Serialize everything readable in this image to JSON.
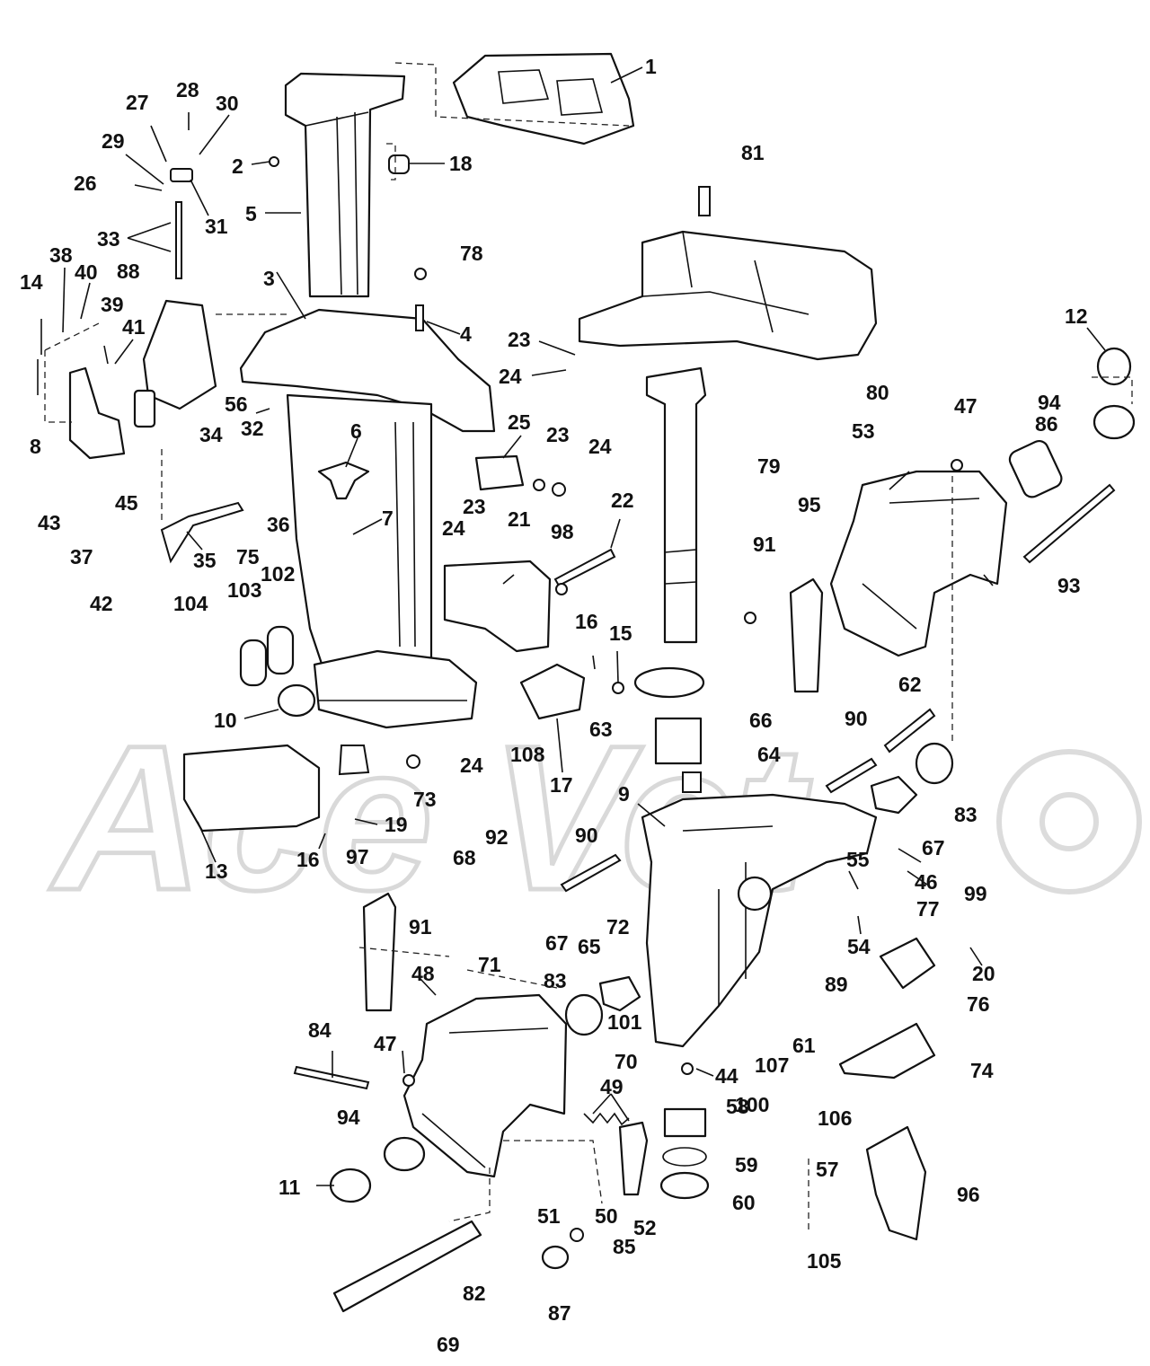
{
  "watermark": {
    "text": "Ace Vet"
  },
  "callouts": [
    {
      "id": "1",
      "label": "1"
    },
    {
      "id": "2",
      "label": "2"
    },
    {
      "id": "3",
      "label": "3"
    },
    {
      "id": "4",
      "label": "4"
    },
    {
      "id": "5",
      "label": "5"
    },
    {
      "id": "6",
      "label": "6"
    },
    {
      "id": "7",
      "label": "7"
    },
    {
      "id": "8",
      "label": "8"
    },
    {
      "id": "9",
      "label": "9"
    },
    {
      "id": "10",
      "label": "10"
    },
    {
      "id": "11",
      "label": "11"
    },
    {
      "id": "12",
      "label": "12"
    },
    {
      "id": "13",
      "label": "13"
    },
    {
      "id": "14",
      "label": "14"
    },
    {
      "id": "15",
      "label": "15"
    },
    {
      "id": "16a",
      "label": "16"
    },
    {
      "id": "16b",
      "label": "16"
    },
    {
      "id": "17",
      "label": "17"
    },
    {
      "id": "18",
      "label": "18"
    },
    {
      "id": "19",
      "label": "19"
    },
    {
      "id": "20",
      "label": "20"
    },
    {
      "id": "21",
      "label": "21"
    },
    {
      "id": "22",
      "label": "22"
    },
    {
      "id": "23a",
      "label": "23"
    },
    {
      "id": "23b",
      "label": "23"
    },
    {
      "id": "23c",
      "label": "23"
    },
    {
      "id": "24a",
      "label": "24"
    },
    {
      "id": "24b",
      "label": "24"
    },
    {
      "id": "24c",
      "label": "24"
    },
    {
      "id": "24d",
      "label": "24"
    },
    {
      "id": "25",
      "label": "25"
    },
    {
      "id": "26",
      "label": "26"
    },
    {
      "id": "27",
      "label": "27"
    },
    {
      "id": "28",
      "label": "28"
    },
    {
      "id": "29",
      "label": "29"
    },
    {
      "id": "30",
      "label": "30"
    },
    {
      "id": "31",
      "label": "31"
    },
    {
      "id": "32",
      "label": "32"
    },
    {
      "id": "33",
      "label": "33"
    },
    {
      "id": "34",
      "label": "34"
    },
    {
      "id": "35",
      "label": "35"
    },
    {
      "id": "36",
      "label": "36"
    },
    {
      "id": "37",
      "label": "37"
    },
    {
      "id": "38",
      "label": "38"
    },
    {
      "id": "39",
      "label": "39"
    },
    {
      "id": "40",
      "label": "40"
    },
    {
      "id": "41",
      "label": "41"
    },
    {
      "id": "42",
      "label": "42"
    },
    {
      "id": "43",
      "label": "43"
    },
    {
      "id": "44",
      "label": "44"
    },
    {
      "id": "45",
      "label": "45"
    },
    {
      "id": "46",
      "label": "46"
    },
    {
      "id": "47a",
      "label": "47"
    },
    {
      "id": "47b",
      "label": "47"
    },
    {
      "id": "48",
      "label": "48"
    },
    {
      "id": "49",
      "label": "49"
    },
    {
      "id": "50",
      "label": "50"
    },
    {
      "id": "51",
      "label": "51"
    },
    {
      "id": "52",
      "label": "52"
    },
    {
      "id": "53",
      "label": "53"
    },
    {
      "id": "54",
      "label": "54"
    },
    {
      "id": "55",
      "label": "55"
    },
    {
      "id": "56",
      "label": "56"
    },
    {
      "id": "57",
      "label": "57"
    },
    {
      "id": "58",
      "label": "58"
    },
    {
      "id": "59",
      "label": "59"
    },
    {
      "id": "60",
      "label": "60"
    },
    {
      "id": "61",
      "label": "61"
    },
    {
      "id": "62",
      "label": "62"
    },
    {
      "id": "63",
      "label": "63"
    },
    {
      "id": "64",
      "label": "64"
    },
    {
      "id": "65",
      "label": "65"
    },
    {
      "id": "66",
      "label": "66"
    },
    {
      "id": "67a",
      "label": "67"
    },
    {
      "id": "67b",
      "label": "67"
    },
    {
      "id": "68",
      "label": "68"
    },
    {
      "id": "69",
      "label": "69"
    },
    {
      "id": "70",
      "label": "70"
    },
    {
      "id": "71",
      "label": "71"
    },
    {
      "id": "72",
      "label": "72"
    },
    {
      "id": "73",
      "label": "73"
    },
    {
      "id": "74",
      "label": "74"
    },
    {
      "id": "75",
      "label": "75"
    },
    {
      "id": "76",
      "label": "76"
    },
    {
      "id": "77",
      "label": "77"
    },
    {
      "id": "78",
      "label": "78"
    },
    {
      "id": "79",
      "label": "79"
    },
    {
      "id": "80",
      "label": "80"
    },
    {
      "id": "81",
      "label": "81"
    },
    {
      "id": "82",
      "label": "82"
    },
    {
      "id": "83a",
      "label": "83"
    },
    {
      "id": "83b",
      "label": "83"
    },
    {
      "id": "84",
      "label": "84"
    },
    {
      "id": "85",
      "label": "85"
    },
    {
      "id": "86",
      "label": "86"
    },
    {
      "id": "87",
      "label": "87"
    },
    {
      "id": "88",
      "label": "88"
    },
    {
      "id": "89",
      "label": "89"
    },
    {
      "id": "90a",
      "label": "90"
    },
    {
      "id": "90b",
      "label": "90"
    },
    {
      "id": "91a",
      "label": "91"
    },
    {
      "id": "91b",
      "label": "91"
    },
    {
      "id": "92",
      "label": "92"
    },
    {
      "id": "93",
      "label": "93"
    },
    {
      "id": "94a",
      "label": "94"
    },
    {
      "id": "94b",
      "label": "94"
    },
    {
      "id": "95",
      "label": "95"
    },
    {
      "id": "96",
      "label": "96"
    },
    {
      "id": "97",
      "label": "97"
    },
    {
      "id": "98",
      "label": "98"
    },
    {
      "id": "99",
      "label": "99"
    },
    {
      "id": "100",
      "label": "100"
    },
    {
      "id": "101",
      "label": "101"
    },
    {
      "id": "102",
      "label": "102"
    },
    {
      "id": "103",
      "label": "103"
    },
    {
      "id": "104",
      "label": "104"
    },
    {
      "id": "105",
      "label": "105"
    },
    {
      "id": "106",
      "label": "106"
    },
    {
      "id": "107",
      "label": "107"
    },
    {
      "id": "108",
      "label": "108"
    }
  ]
}
